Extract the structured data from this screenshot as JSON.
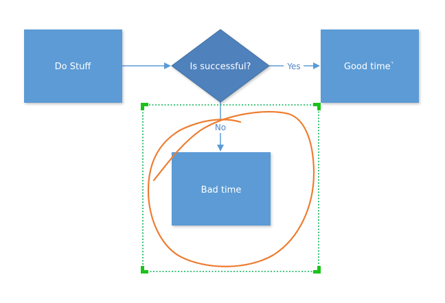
{
  "nodes": {
    "do_stuff": "Do Stuff",
    "decision": "Is successful?",
    "good": "Good time`",
    "bad": "Bad time"
  },
  "edges": {
    "yes": "Yes",
    "no": "No"
  },
  "colors": {
    "box": "#5b9bd5",
    "diamond": "#4f81bd",
    "line": "#5b9bd5",
    "selection": "#00b050",
    "handle": "#19c319",
    "ink": "#ed7d31"
  }
}
